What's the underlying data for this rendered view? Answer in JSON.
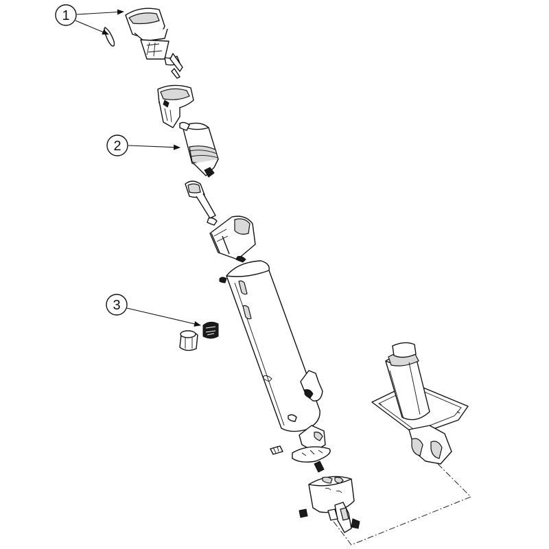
{
  "callouts": [
    {
      "id": "1",
      "label": "1"
    },
    {
      "id": "2",
      "label": "2"
    },
    {
      "id": "3",
      "label": "3"
    }
  ],
  "colors": {
    "line": "#111111",
    "shade": "#d9d9d9",
    "background": "#ffffff"
  }
}
